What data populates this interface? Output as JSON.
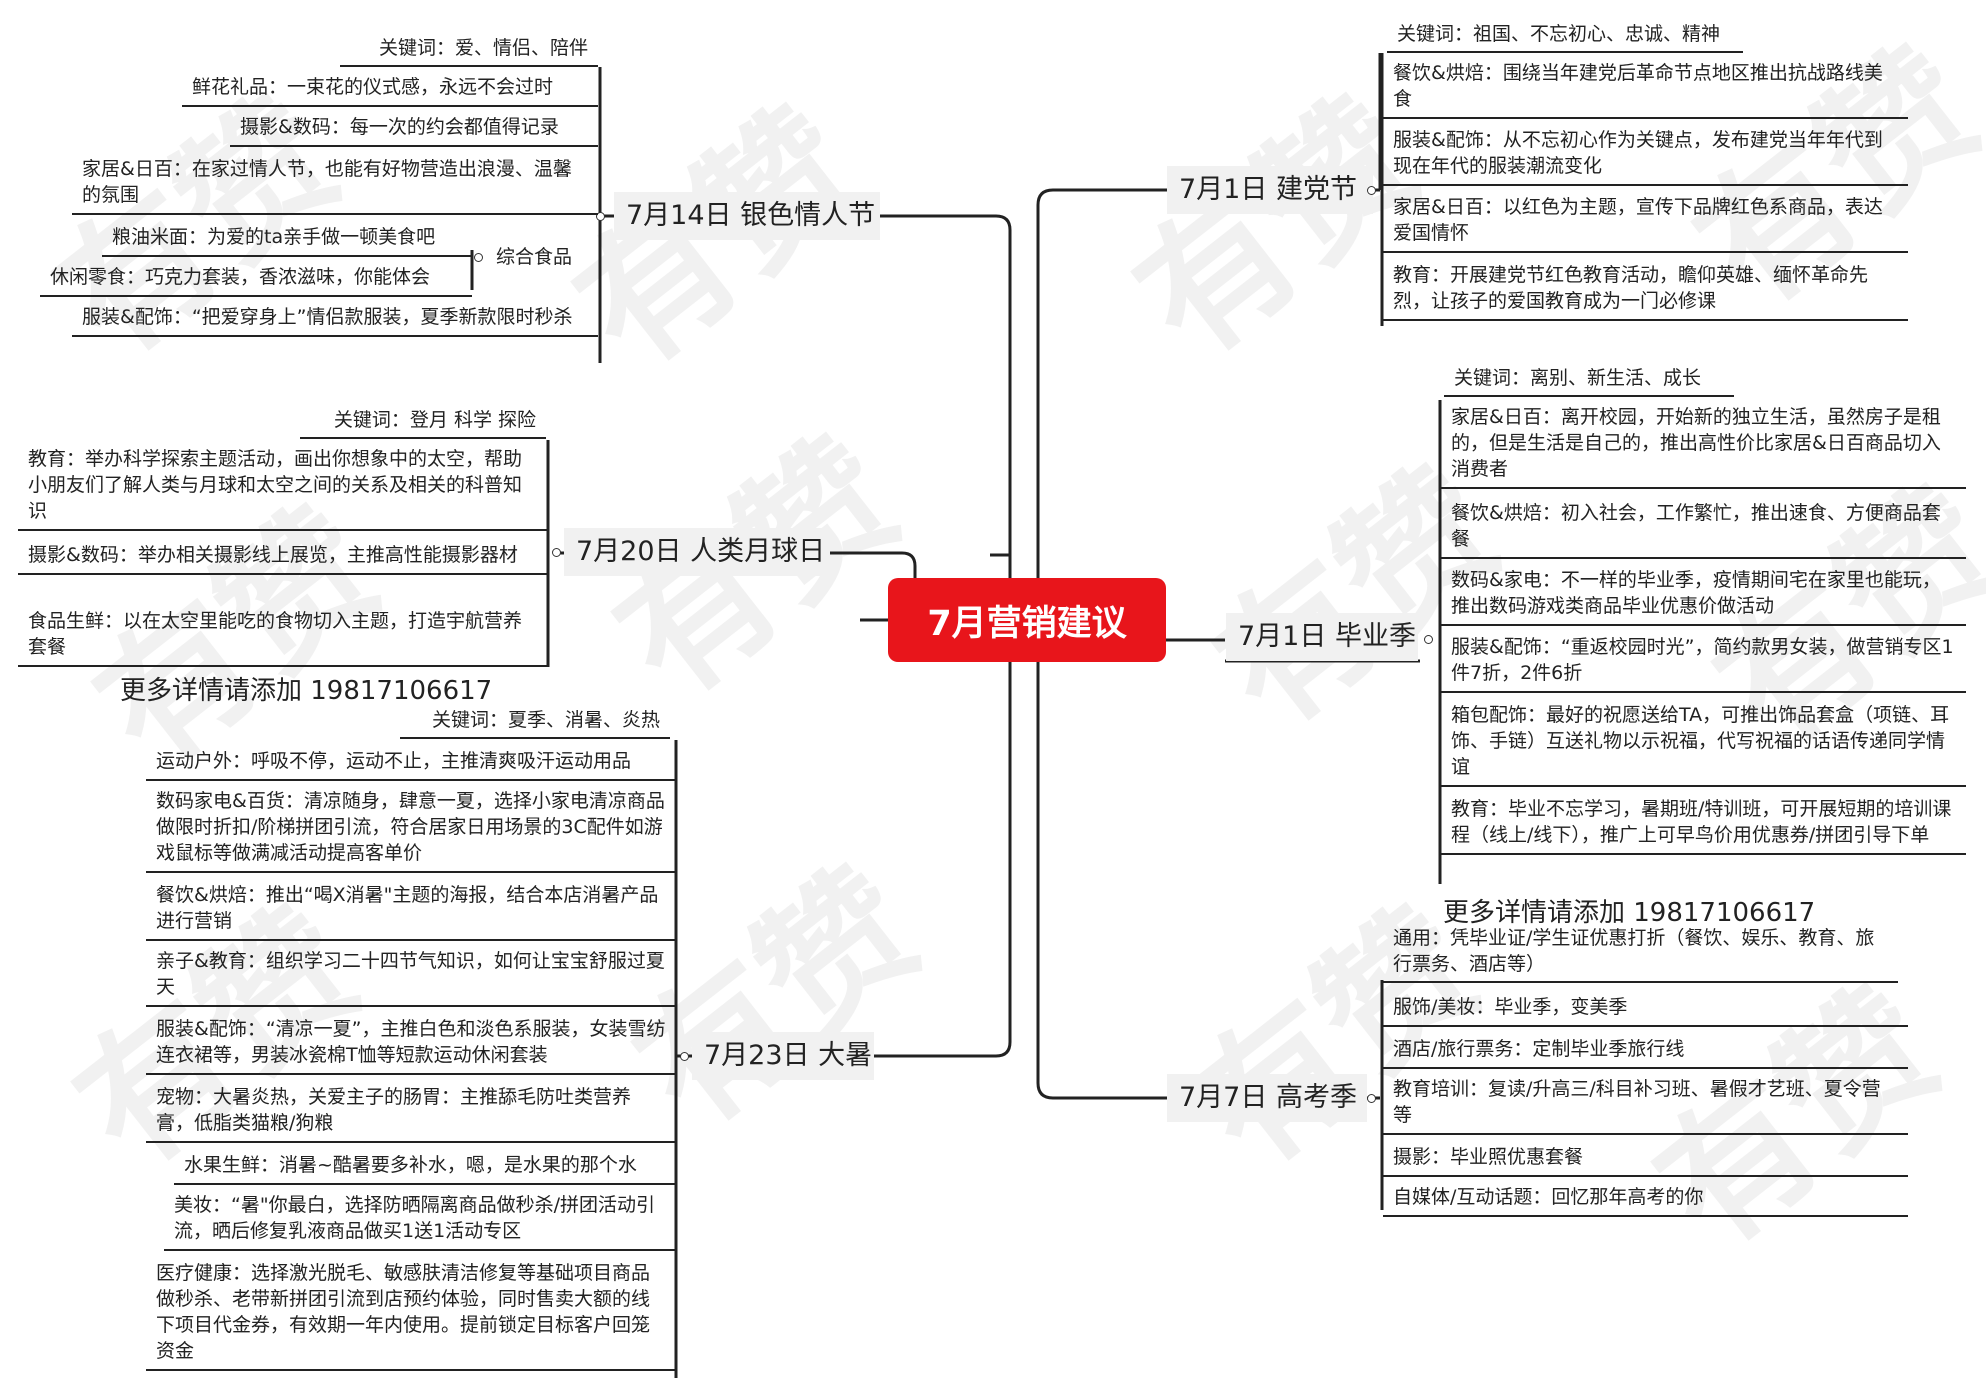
{
  "watermark": "有赞",
  "center_title": "7月营销建议",
  "more_info": "更多详情请添加 19817106617",
  "branches": {
    "jiandang": {
      "title": "7月1日 建党节",
      "keywords": "关键词：祖国、不忘初心、忠诚、精神",
      "items": [
        "餐饮&烘焙：围绕当年建党后革命节点地区推出抗战路线美食",
        "服装&配饰：从不忘初心作为关键点，发布建党当年年代到现在年代的服装潮流变化",
        "家居&日百：以红色为主题，宣传下品牌红色系商品，表达爱国情怀",
        "教育：开展建党节红色教育活动，瞻仰英雄、缅怀革命先烈，让孩子的爱国教育成为一门必修课"
      ]
    },
    "biye": {
      "title": "7月1日 毕业季",
      "keywords": "关键词：离别、新生活、成长",
      "items": [
        "家居&日百：离开校园，开始新的独立生活，虽然房子是租的，但是生活是自己的，推出高性价比家居&日百商品切入消费者",
        "餐饮&烘焙：初入社会，工作繁忙，推出速食、方便商品套餐",
        "数码&家电：不一样的毕业季，疫情期间宅在家里也能玩，推出数码游戏类商品毕业优惠价做活动",
        "服装&配饰：“重返校园时光”，简约款男女装，做营销专区1件7折，2件6折",
        "箱包配饰：最好的祝愿送给TA，可推出饰品套盒（项链、耳饰、手链）互送礼物以示祝福，代写祝福的话语传递同学情谊",
        "教育：毕业不忘学习，暑期班/特训班，可开展短期的培训课程（线上/线下），推广上可早鸟价用优惠券/拼团引导下单"
      ]
    },
    "gaokao": {
      "title": "7月7日 高考季",
      "keywords": "通用：凭毕业证/学生证优惠打折（餐饮、娱乐、教育、旅行票务、酒店等）",
      "items": [
        "服饰/美妆：毕业季，变美季",
        "酒店/旅行票务：定制毕业季旅行线",
        "教育培训：复读/升高三/科目补习班、暑假才艺班、夏令营等",
        "摄影：毕业照优惠套餐",
        "自媒体/互动话题：回忆那年高考的你"
      ]
    },
    "qingrenjie": {
      "title": "7月14日 银色情人节",
      "keywords": "关键词：爱、情侣、陪伴",
      "items": [
        "鲜花礼品：一束花的仪式感，永远不会过时",
        "摄影&数码：每一次的约会都值得记录",
        "家居&日百：在家过情人节，也能有好物营造出浪漫、温馨的氛围",
        "服装&配饰：“把爱穿身上”情侣款服装，夏季新款限时秒杀"
      ],
      "sub_group": {
        "title": "综合食品",
        "items": [
          "粮油米面：为爱的ta亲手做一顿美食吧",
          "休闲零食：巧克力套装，香浓滋味，你能体会"
        ]
      }
    },
    "yueqiu": {
      "title": "7月20日 人类月球日",
      "keywords": "关键词：登月 科学 探险",
      "items": [
        "教育：举办科学探索主题活动，画出你想象中的太空，帮助小朋友们了解人类与月球和太空之间的关系及相关的科普知识",
        "摄影&数码：举办相关摄影线上展览，主推高性能摄影器材",
        "食品生鲜：以在太空里能吃的食物切入主题，打造宇航营养套餐"
      ]
    },
    "dashu": {
      "title": "7月23日 大暑",
      "keywords": "关键词：夏季、消暑、炎热",
      "items": [
        "运动户外：呼吸不停，运动不止，主推清爽吸汗运动用品",
        "数码家电&百货：清凉随身，肆意一夏，选择小家电清凉商品做限时折扣/阶梯拼团引流，符合居家日用场景的3C配件如游戏鼠标等做满减活动提高客单价",
        "餐饮&烘焙：推出“喝X消暑\"主题的海报，结合本店消暑产品进行营销",
        "亲子&教育：组织学习二十四节气知识，如何让宝宝舒服过夏天",
        "服装&配饰：“清凉一夏”，主推白色和淡色系服装，女装雪纺连衣裙等，男装冰瓷棉T恤等短款运动休闲套装",
        "宠物：大暑炎热，关爱主子的肠胃：主推舔毛防吐类营养膏，低脂类猫粮/狗粮",
        "水果生鲜：消暑~酷暑要多补水，嗯，是水果的那个水",
        "美妆：“暑\"你最白，选择防晒隔离商品做秒杀/拼团活动引流，晒后修复乳液商品做买1送1活动专区",
        "医疗健康：选择激光脱毛、敏感肤清洁修复等基础项目商品做秒杀、老带新拼团引流到店预约体验，同时售卖大额的线下项目代金券，有效期一年内使用。提前锁定目标客户回笼资金"
      ]
    }
  }
}
